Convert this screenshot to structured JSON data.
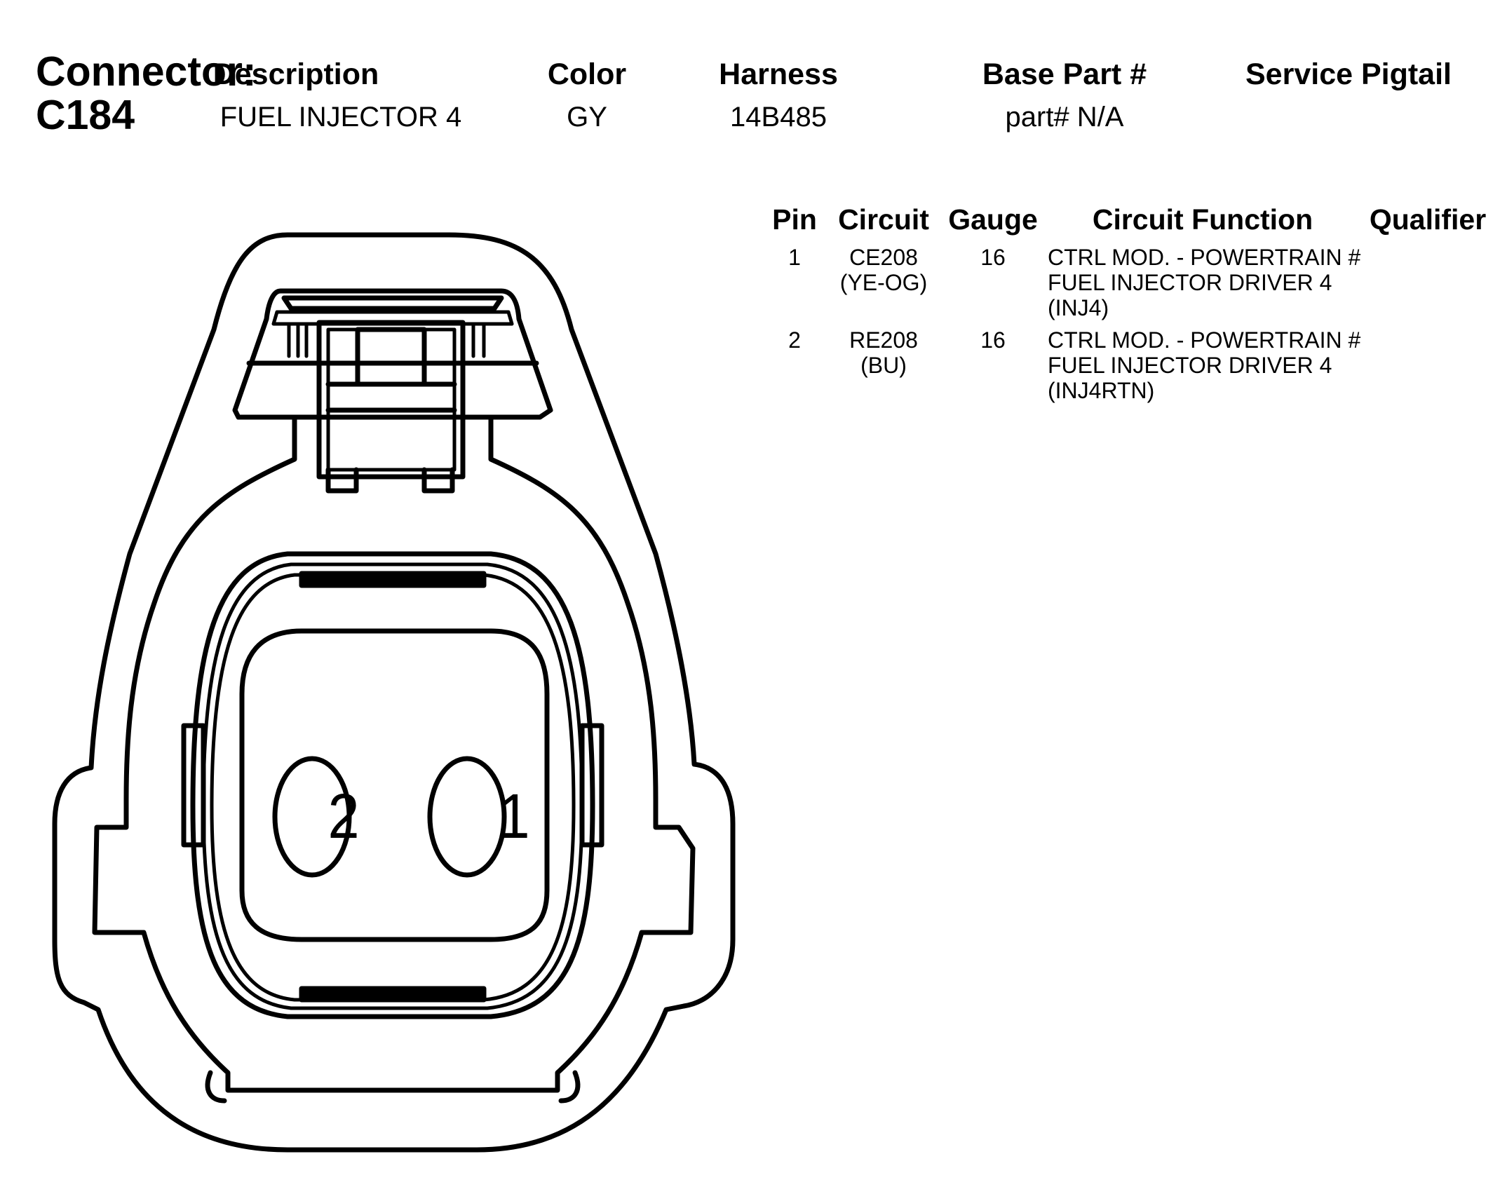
{
  "header": {
    "connector_label": "Connector:",
    "connector_id": "C184",
    "columns": {
      "description": "Description",
      "color": "Color",
      "harness": "Harness",
      "base_part": "Base Part #",
      "service_pigtail": "Service Pigtail"
    },
    "values": {
      "description": "FUEL INJECTOR 4",
      "color": "GY",
      "harness": "14B485",
      "base_part": "part# N/A",
      "service_pigtail": ""
    }
  },
  "pin_table": {
    "headers": {
      "pin": "Pin",
      "circuit": "Circuit",
      "gauge": "Gauge",
      "circuit_function": "Circuit Function",
      "qualifier": "Qualifier"
    },
    "rows": [
      {
        "pin": "1",
        "circuit": "CE208",
        "circuit_color": "(YE-OG)",
        "gauge": "16",
        "function_lines": [
          "CTRL MOD. - POWERTRAIN #",
          "FUEL INJECTOR DRIVER 4",
          "(INJ4)"
        ],
        "qualifier": ""
      },
      {
        "pin": "2",
        "circuit": "RE208",
        "circuit_color": "(BU)",
        "gauge": "16",
        "function_lines": [
          "CTRL MOD. - POWERTRAIN #",
          "FUEL INJECTOR DRIVER 4",
          "(INJ4RTN)"
        ],
        "qualifier": ""
      }
    ]
  },
  "connector_face": {
    "cavity_labels": [
      "2",
      "1"
    ]
  }
}
